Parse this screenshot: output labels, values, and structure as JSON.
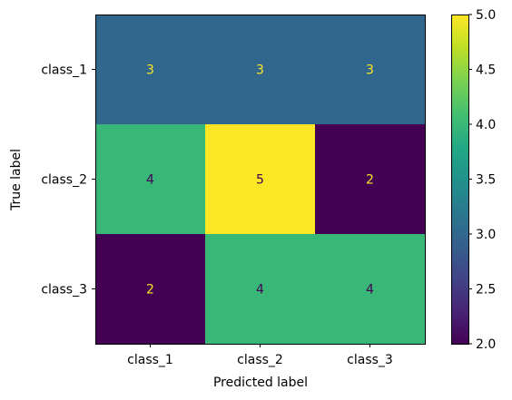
{
  "chart_data": {
    "type": "heatmap",
    "title": "",
    "xlabel": "Predicted label",
    "ylabel": "True label",
    "x_categories": [
      "class_1",
      "class_2",
      "class_3"
    ],
    "y_categories": [
      "class_1",
      "class_2",
      "class_3"
    ],
    "values": [
      [
        3,
        3,
        3
      ],
      [
        4,
        5,
        2
      ],
      [
        2,
        4,
        4
      ]
    ],
    "colormap": "viridis",
    "colorbar": {
      "range": [
        2.0,
        5.0
      ],
      "ticks": [
        "2.0",
        "2.5",
        "3.0",
        "3.5",
        "4.0",
        "4.5",
        "5.0"
      ],
      "tick_values": [
        2.0,
        2.5,
        3.0,
        3.5,
        4.0,
        4.5,
        5.0
      ]
    },
    "text_colors": {
      "on_dark": "#fde725",
      "on_light": "#440154"
    }
  }
}
